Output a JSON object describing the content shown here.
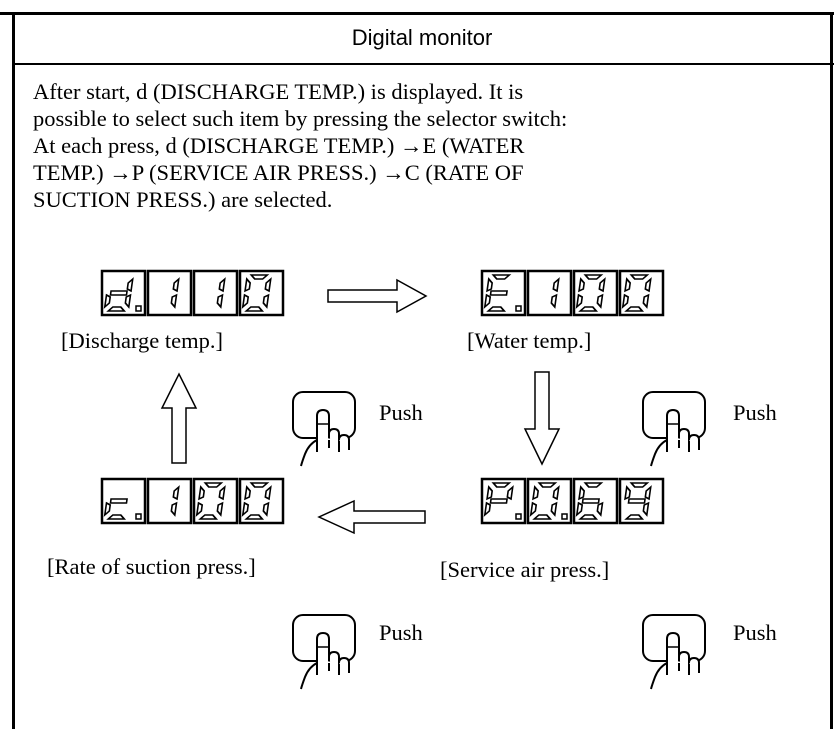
{
  "title": "Digital monitor",
  "paragraph": [
    "After start, d (DISCHARGE TEMP.) is displayed. It is",
    "possible to select such item by pressing the selector switch:",
    "At each press, d (DISCHARGE TEMP.) →E (WATER",
    "TEMP.) →P (SERVICE AIR PRESS.) →C (RATE OF",
    "SUCTION PRESS.) are selected."
  ],
  "displays": {
    "discharge": {
      "chars": [
        "d.",
        "1",
        "1",
        "0"
      ],
      "caption": "[Discharge temp.]"
    },
    "water": {
      "chars": [
        "E.",
        "1",
        "0",
        "0"
      ],
      "caption": "[Water temp.]"
    },
    "service": {
      "chars": [
        "P.",
        "0.",
        "6",
        "9"
      ],
      "caption": "[Service air press.]"
    },
    "suction": {
      "chars": [
        "c.",
        "1",
        "0",
        "0"
      ],
      "caption": "[Rate of suction press.]"
    }
  },
  "push_label": "Push",
  "icons": {
    "arrow": "outline-arrow-icon",
    "push": "finger-push-button-icon"
  }
}
